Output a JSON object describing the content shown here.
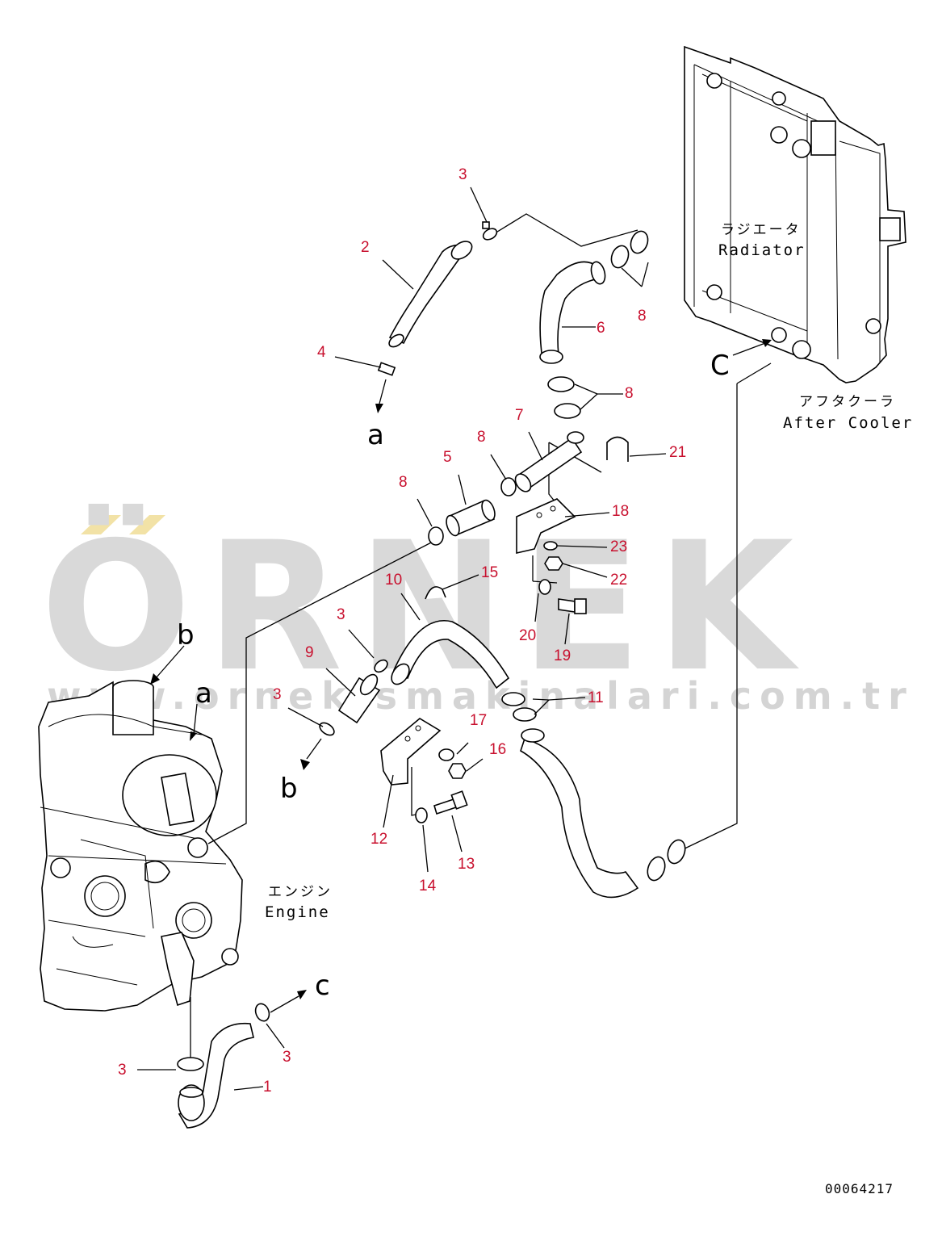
{
  "watermark": {
    "brand": "ÖRNEK",
    "url": "www.ornekismakinalari.com.tr"
  },
  "drawing_code": "00064217",
  "components": {
    "radiator": {
      "jp": "ラジエータ",
      "en": "Radiator"
    },
    "after_cooler": {
      "jp": "アフタクーラ",
      "en": "After Cooler"
    },
    "engine": {
      "jp": "エンジン",
      "en": "Engine"
    }
  },
  "connection_letters": {
    "a_top": "a",
    "a_engine": "a",
    "b_top": "b",
    "b_bottom": "b",
    "c_radiator": "C",
    "c_engine": "c"
  },
  "part_numbers": {
    "p1": "1",
    "p2": "2",
    "p3_top": "3",
    "p3_mid": "3",
    "p3_left": "3",
    "p3_bottom_left": "3",
    "p3_bottom_right": "3",
    "p4": "4",
    "p5": "5",
    "p6": "6",
    "p7": "7",
    "p8_a": "8",
    "p8_b": "8",
    "p8_c": "8",
    "p8_d": "8",
    "p9": "9",
    "p10": "10",
    "p11": "11",
    "p12": "12",
    "p13": "13",
    "p14": "14",
    "p15": "15",
    "p16": "16",
    "p17": "17",
    "p18": "18",
    "p19": "19",
    "p20": "20",
    "p21": "21",
    "p22": "22",
    "p23": "23"
  },
  "colors": {
    "callout": "#c8102e",
    "line": "#000000",
    "watermark": "#d9d9d9",
    "watermark_accent": "#f2e2a6"
  }
}
